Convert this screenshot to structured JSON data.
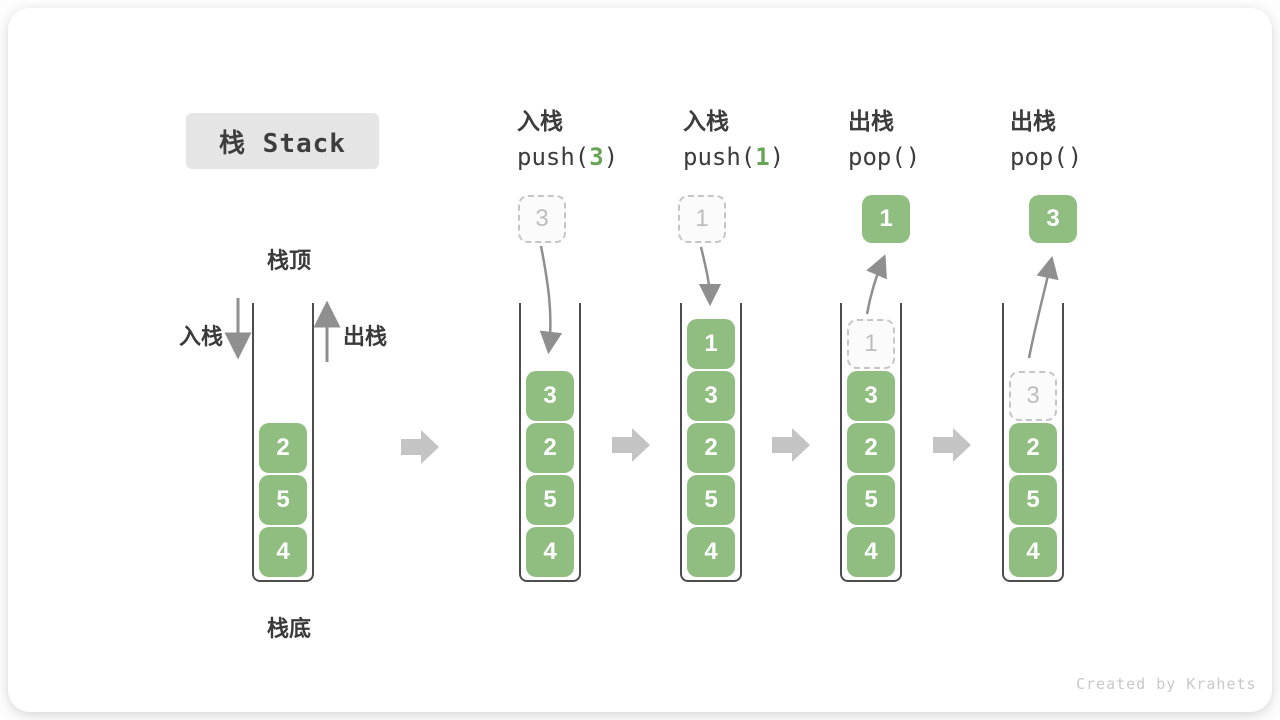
{
  "title": "栈 Stack",
  "watermark": "Created by Krahets",
  "initial_stack": {
    "stack_top_label": "栈顶",
    "stack_bottom_label": "栈底",
    "push_label": "入栈",
    "pop_label": "出栈",
    "items": [
      "2",
      "5",
      "4"
    ]
  },
  "stages": [
    {
      "op_label": "入栈",
      "code_open": "push(",
      "code_arg": "3",
      "code_close": ")",
      "direction": "push",
      "moving_value": "3",
      "items": [
        "3",
        "2",
        "5",
        "4"
      ]
    },
    {
      "op_label": "入栈",
      "code_open": "push(",
      "code_arg": "1",
      "code_close": ")",
      "direction": "push",
      "moving_value": "1",
      "items": [
        "1",
        "3",
        "2",
        "5",
        "4"
      ]
    },
    {
      "op_label": "出栈",
      "code_open": "pop(",
      "code_arg": "",
      "code_close": ")",
      "direction": "pop",
      "moving_value": "1",
      "ghost_value": "1",
      "items": [
        "3",
        "2",
        "5",
        "4"
      ]
    },
    {
      "op_label": "出栈",
      "code_open": "pop(",
      "code_arg": "",
      "code_close": ")",
      "direction": "pop",
      "moving_value": "3",
      "ghost_value": "3",
      "items": [
        "2",
        "5",
        "4"
      ]
    }
  ],
  "colors": {
    "cell_green": "#8fbe80",
    "code_arg_green": "#67a455",
    "text_dark": "#3c3c3c",
    "flow_arrow_gray": "#8f8f8f",
    "block_arrow_gray": "#c4c4c4",
    "ghost_border_gray": "#c6c6c6",
    "ghost_text_gray": "#bdbdbd",
    "title_bg_gray": "#e5e5e5"
  }
}
